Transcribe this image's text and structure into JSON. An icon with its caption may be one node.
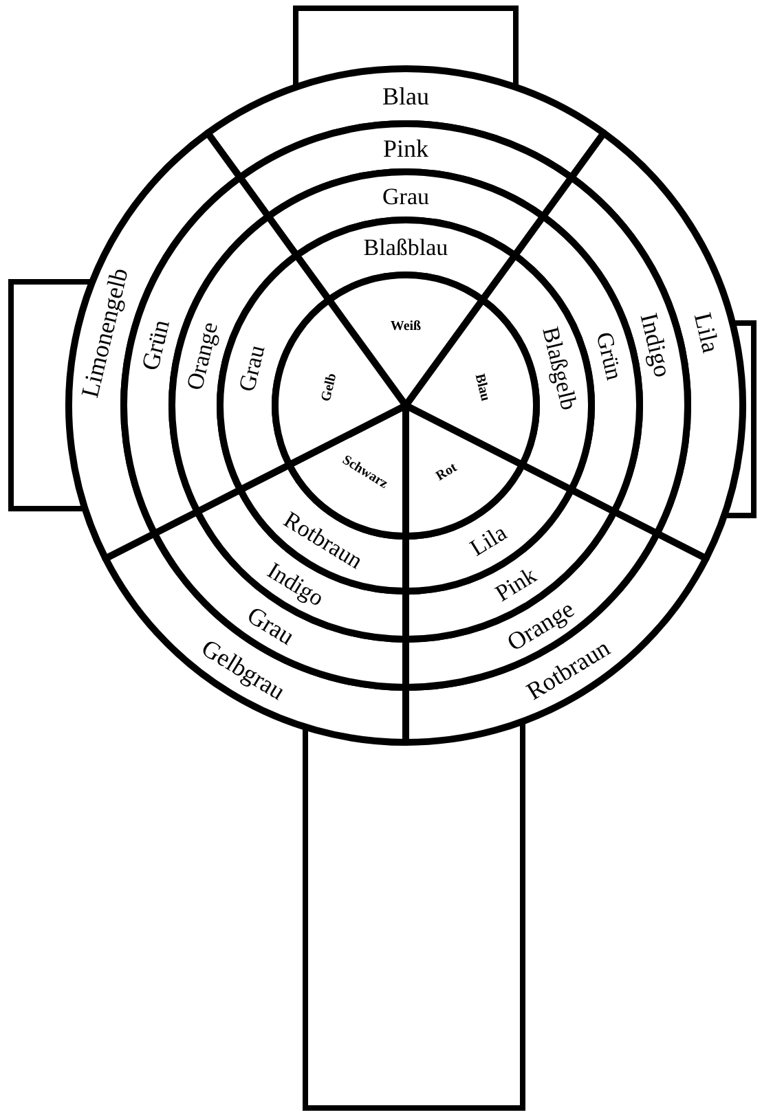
{
  "diagram": {
    "nodes": [
      {
        "text": [
          "Blau"
        ]
      },
      {
        "text": [
          "Lila"
        ]
      },
      {
        "text": [
          "Rotbraun"
        ]
      },
      {
        "text": [
          "Gelbgrau"
        ]
      },
      {
        "text": [
          "Limonengelb"
        ]
      },
      {
        "text": [
          "Pink"
        ]
      },
      {
        "text": [
          "Indigo"
        ]
      },
      {
        "text": [
          "Orange"
        ]
      },
      {
        "text": [
          "Grau"
        ]
      },
      {
        "text": [
          "Grün"
        ]
      },
      {
        "text": [
          "Grau"
        ]
      },
      {
        "text": [
          "Grün"
        ]
      },
      {
        "text": [
          "Pink"
        ]
      },
      {
        "text": [
          "Indigo"
        ]
      },
      {
        "text": [
          "Orange"
        ]
      },
      {
        "text": [
          "Blaßblau"
        ]
      },
      {
        "text": [
          "Blaßgelb"
        ]
      },
      {
        "text": [
          "Lila"
        ]
      },
      {
        "text": [
          "Rotbraun"
        ]
      },
      {
        "text": [
          "Grau"
        ]
      },
      {
        "text": [
          "Weiß"
        ]
      },
      {
        "text": [
          "Blau"
        ]
      },
      {
        "text": [
          "Rot"
        ]
      },
      {
        "text": [
          "Schwarz"
        ]
      },
      {
        "text": [
          "Gelb"
        ]
      }
    ]
  }
}
